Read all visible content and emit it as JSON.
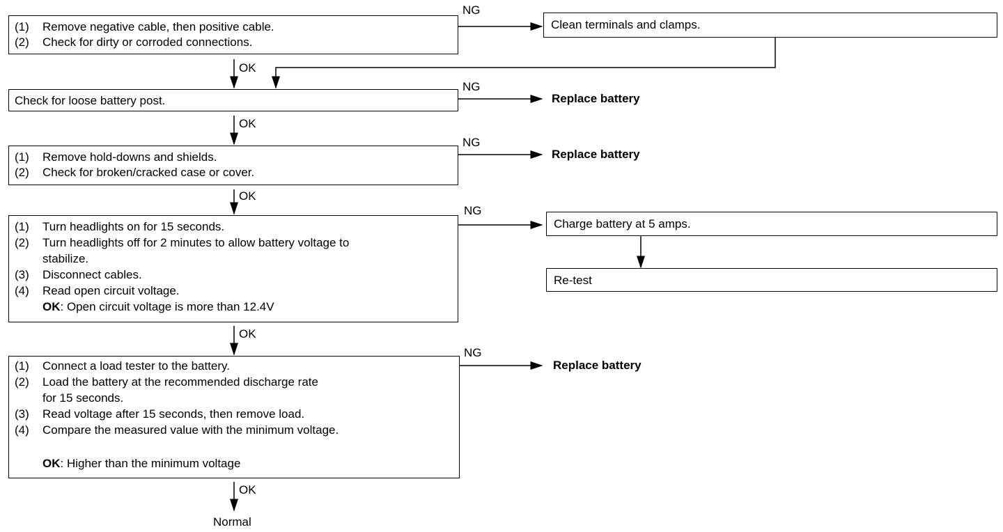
{
  "steps": [
    {
      "lines": [
        "Remove negative cable, then positive cable.",
        "Check for dirty or corroded connections."
      ],
      "nums": [
        "(1)",
        "(2)"
      ]
    },
    {
      "lines": [
        "Check for loose battery post."
      ]
    },
    {
      "lines": [
        "Remove hold-downs and shields.",
        "Check for broken/cracked case or cover."
      ],
      "nums": [
        "(1)",
        "(2)"
      ]
    },
    {
      "lines": [
        "Turn headlights on for 15 seconds.",
        "Turn headlights off for 2 minutes to allow battery voltage to",
        "stabilize.",
        "Disconnect cables.",
        "Read open circuit voltage."
      ],
      "nums": [
        "(1)",
        "(2)",
        "",
        "(3)",
        "(4)"
      ],
      "ok_key": "OK",
      "ok_text": ": Open circuit voltage is more than 12.4V"
    },
    {
      "lines": [
        "Connect a load tester to the battery.",
        "Load the battery at the recommended discharge rate",
        "for 15 seconds.",
        "Read voltage after 15 seconds, then remove load.",
        "Compare the measured value with the minimum voltage."
      ],
      "nums": [
        "(1)",
        "(2)",
        "",
        "(3)",
        "(4)"
      ],
      "ok_key": "OK",
      "ok_text": ": Higher than the minimum voltage"
    }
  ],
  "branches": {
    "clean": "Clean terminals and clamps.",
    "replace1": "Replace  battery",
    "replace2": "Replace battery",
    "charge": "Charge battery at 5 amps.",
    "retest": "Re-test",
    "replace3": "Replace battery"
  },
  "labels": {
    "ng": "NG",
    "ok": "OK",
    "normal": "Normal"
  }
}
